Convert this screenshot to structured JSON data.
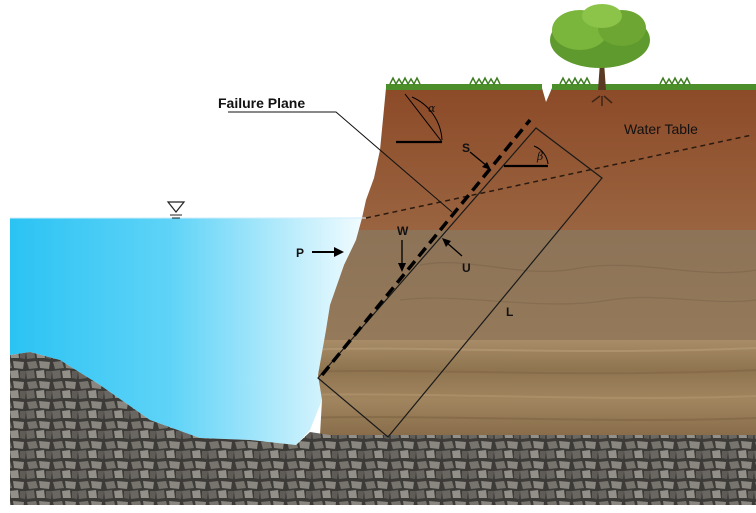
{
  "diagram": {
    "labels": {
      "failure_plane": "Failure Plane",
      "water_table": "Water Table",
      "seepage_force": "S",
      "weight": "W",
      "pore_pressure": "U",
      "water_pressure": "P",
      "length": "L",
      "angle_alpha": "α",
      "angle_beta": "β"
    },
    "icons": {
      "water_level_marker": "inverted-triangle-icon",
      "tree": "tree-icon"
    },
    "colors": {
      "water_light": "#f2fbff",
      "water_dark": "#28c2f2",
      "topsoil": "#8a4f2e",
      "middle_soil": "#8a7256",
      "lower_soil": "#a08663",
      "rock": "#5c5a55",
      "grass": "#4c8f2a"
    }
  }
}
